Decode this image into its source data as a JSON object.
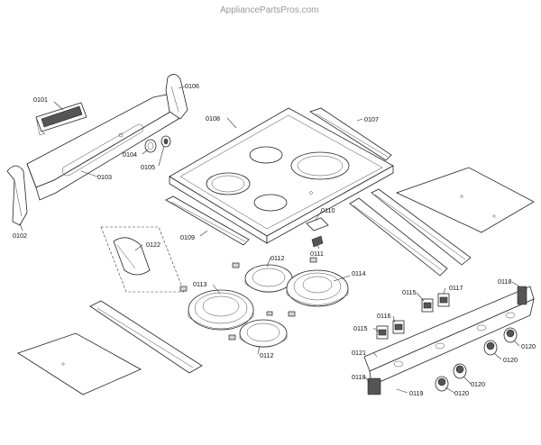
{
  "watermark": "AppliancePartsPros.com",
  "callouts": {
    "c0101": "0101",
    "c0102": "0102",
    "c0103": "0103",
    "c0104": "0104",
    "c0105": "0105",
    "c0106": "0106",
    "c0107": "0107",
    "c0108": "0108",
    "c0109": "0109",
    "c0110": "0110",
    "c0111": "0111",
    "c0112a": "0112",
    "c0112b": "0112",
    "c0113": "0113",
    "c0114": "0114",
    "c0115a": "0115",
    "c0115b": "0115",
    "c0116": "0116",
    "c0117": "0117",
    "c0118a": "0118",
    "c0118b": "0118",
    "c0119": "0119",
    "c0120a": "0120",
    "c0120b": "0120",
    "c0120c": "0120",
    "c0120d": "0120",
    "c0121": "0121",
    "c0122": "0122"
  }
}
